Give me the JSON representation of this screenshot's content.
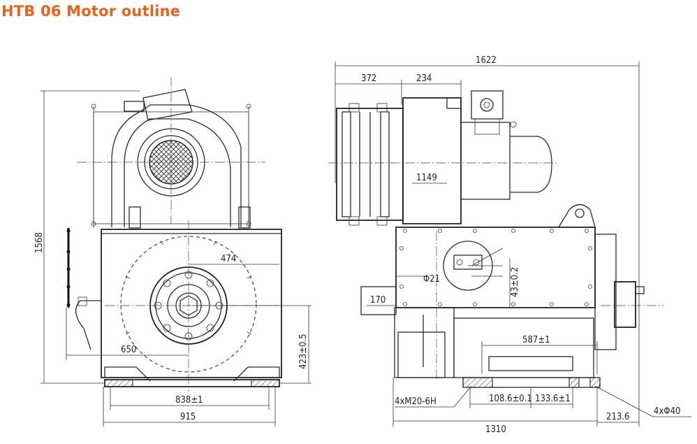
{
  "title": "HTB 06 Motor outline",
  "dimensions": {
    "d1568": "1568",
    "d474": "474",
    "d650": "650",
    "d423": "423±0.5",
    "d838": "838±1",
    "d915": "915",
    "d1622": "1622",
    "d372": "372",
    "d234": "234",
    "d1149": "1149",
    "d21": "Φ21",
    "d43": "43±0.2",
    "d170": "170",
    "d587": "587±1",
    "d108": "108.6±0.1",
    "d133": "133.6±1",
    "d1310": "1310",
    "d213": "213.6",
    "hole_m20": "4xM20-6H",
    "hole_40": "4xΦ40"
  }
}
